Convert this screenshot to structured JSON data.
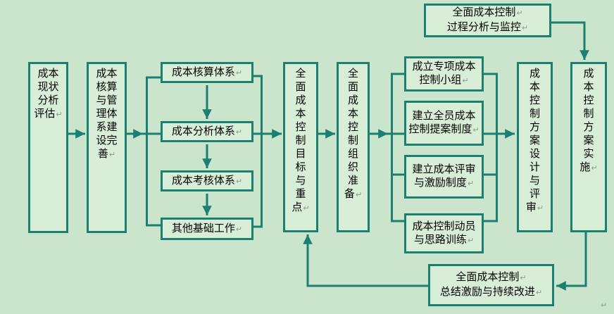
{
  "colors": {
    "background": "#cbe5cd",
    "box_fill": "#d9eed7",
    "line": "#1b8071",
    "text": "#000000",
    "return_mark": "#8f9a92"
  },
  "boxes": {
    "status_assessment": {
      "text": "成本\n现状\n分析\n评估",
      "ret": "↵"
    },
    "system_building": {
      "text": "成本\n核算\n与管\n理体\n系建\n设完\n善",
      "ret": "↵"
    },
    "accounting_system": {
      "text": "成本核算体系",
      "ret": "↵"
    },
    "analysis_system": {
      "text": "成本分析体系",
      "ret": "↵"
    },
    "appraisal_system": {
      "text": "成本考核体系",
      "ret": "↵"
    },
    "other_basic_work": {
      "text": "其他基础工作",
      "ret": "↵"
    },
    "target_focus": {
      "text": "全\n面\n成\n本\n控\n制\n目\n标\n与\n重\n点",
      "ret": "↵"
    },
    "org_preparation": {
      "text": "全\n面\n成\n本\n控\n制\n组\n织\n准\n备",
      "ret": "↵"
    },
    "special_team": {
      "text": "成立专项成本\n控制小组",
      "ret": "↵"
    },
    "proposal_system": {
      "text": "建立全员成本\n控制提案制度",
      "ret": "↵"
    },
    "review_incentive": {
      "text": "建立成本评审\n与激励制度",
      "ret": "↵"
    },
    "mobilization_training": {
      "text": "成本控制动员\n与思路训练",
      "ret": "↵"
    },
    "plan_design": {
      "text": "成\n本\n控\n制\n方\n案\n设\n计\n与\n评\n审",
      "ret": "↵"
    },
    "plan_implementation": {
      "text": "成\n本\n控\n制\n方\n案\n实\n施",
      "ret": "↵"
    },
    "process_monitoring": {
      "line1": "全面成本控制",
      "ret1": "↵",
      "line2": "过程分析与监控",
      "ret2": "↵"
    },
    "summary_improvement": {
      "line1": "全面成本控制",
      "ret1": "↵",
      "line2": "总结激励与持续改进",
      "ret2": "↵"
    }
  },
  "trailing_return_mark": "↵"
}
